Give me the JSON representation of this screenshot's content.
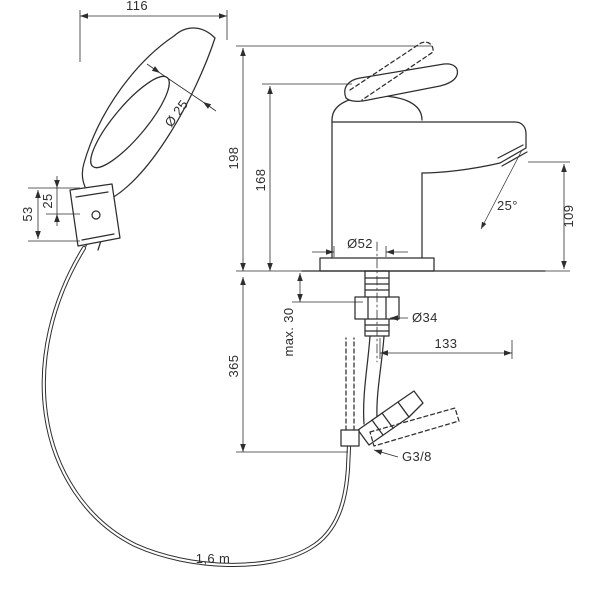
{
  "drawing": {
    "title": "hand-shower-and-basin-mixer-dimensional-drawing",
    "labels": {
      "width_116": "116",
      "sprayer_diameter": "Ø 25",
      "height_198": "198",
      "height_168": "168",
      "bracket_53": "53",
      "bracket_25": "25",
      "base_diameter": "Ø52",
      "spout_angle": "25°",
      "spout_height_109": "109",
      "depth_365": "365",
      "max_mounting": "max. 30",
      "shank_diameter": "Ø34",
      "reach_133": "133",
      "thread": "G3/8",
      "hose_length": "1,6 m"
    },
    "colors": {
      "line": "#2e2e2e",
      "background": "#ffffff"
    }
  }
}
